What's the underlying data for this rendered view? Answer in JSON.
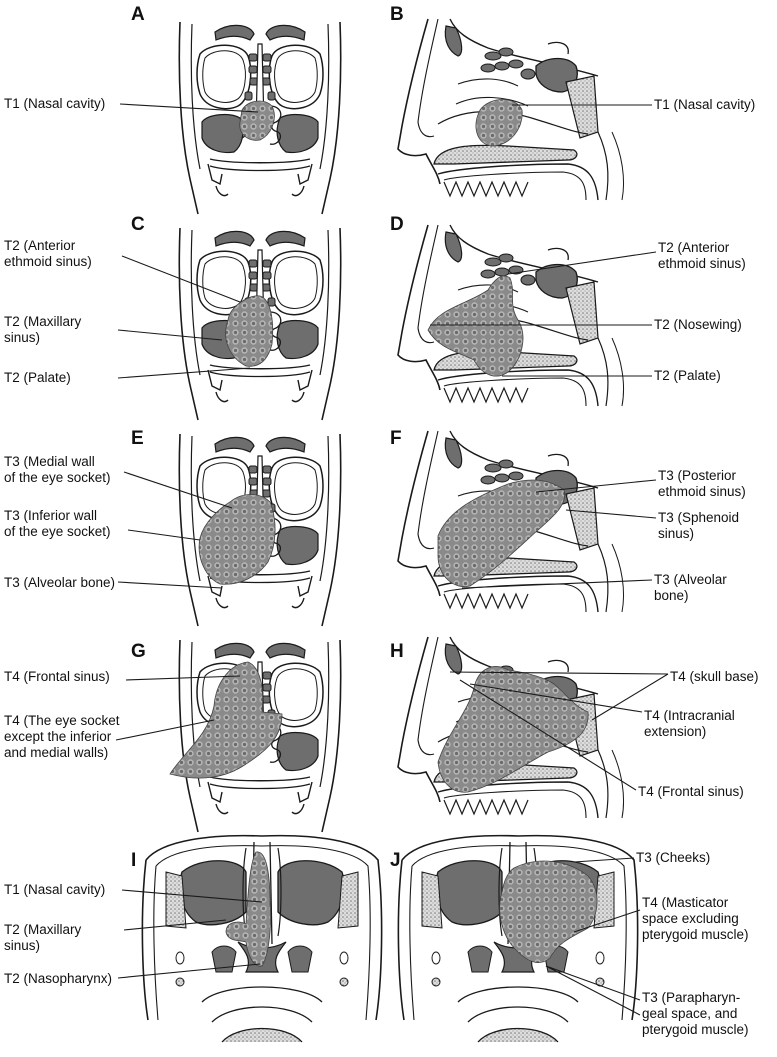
{
  "colors": {
    "tumor_fill": "#8c8c8c",
    "anatomy_fill": "#6e6e6e",
    "outline": "#1a1a1a",
    "background": "#ffffff"
  },
  "panels": [
    {
      "letter": "A"
    },
    {
      "letter": "B"
    },
    {
      "letter": "C"
    },
    {
      "letter": "D"
    },
    {
      "letter": "E"
    },
    {
      "letter": "F"
    },
    {
      "letter": "G"
    },
    {
      "letter": "H"
    },
    {
      "letter": "I"
    },
    {
      "letter": "J"
    }
  ],
  "labels": {
    "a_t1": "T1 (Nasal cavity)",
    "b_t1": "T1 (Nasal cavity)",
    "c_ant_ethmoid": "T2 (Anterior\nethmoid sinus)",
    "c_maxillary": "T2 (Maxillary\nsinus)",
    "c_palate": "T2 (Palate)",
    "d_ant_ethmoid": "T2 (Anterior\nethmoid sinus)",
    "d_nosewing": "T2 (Nosewing)",
    "d_palate": "T2 (Palate)",
    "e_medial_wall": "T3 (Medial wall\nof the eye socket)",
    "e_inferior_wall": "T3 (Inferior wall\nof the eye socket)",
    "e_alveolar": "T3 (Alveolar bone)",
    "f_post_ethmoid": "T3 (Posterior\nethmoid sinus)",
    "f_sphenoid": "T3 (Sphenoid\nsinus)",
    "f_alveolar": "T3 (Alveolar\nbone)",
    "g_frontal": "T4 (Frontal sinus)",
    "g_eye_socket": "T4 (The eye socket\nexcept the inferior\nand medial walls)",
    "h_skull_base": "T4 (skull base)",
    "h_intracranial": "T4 (Intracranial\nextension)",
    "h_frontal": "T4 (Frontal sinus)",
    "i_nasal": "T1 (Nasal cavity)",
    "i_maxillary": "T2 (Maxillary\n sinus)",
    "i_nasopharynx": "T2 (Nasopharynx)",
    "j_cheeks": "T3 (Cheeks)",
    "j_masticator": "T4 (Masticator\nspace excluding\npterygoid muscle)",
    "j_parapharyngeal": "T3 (Parapharyn-\ngeal space, and\npterygoid muscle)"
  }
}
